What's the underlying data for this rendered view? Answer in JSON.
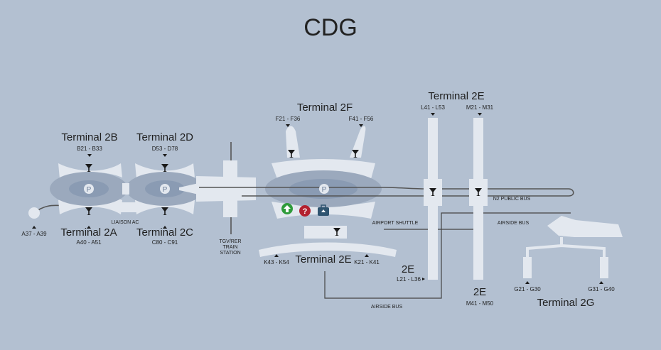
{
  "title": "CDG",
  "terminals": {
    "t2b": {
      "name": "Terminal 2B",
      "gates": "B21 - B33"
    },
    "t2d": {
      "name": "Terminal 2D",
      "gates": "D53 - D78"
    },
    "t2a": {
      "name": "Terminal 2A",
      "gates": "A40 - A51"
    },
    "t2c": {
      "name": "Terminal 2C",
      "gates": "C80 - C91"
    },
    "t2f": {
      "name": "Terminal 2F",
      "gates_left": "F21 - F36",
      "gates_right": "F41 - F56"
    },
    "t2e_top": {
      "name": "Terminal 2E",
      "gates_l": "L41 - L53",
      "gates_m": "M21 - M31"
    },
    "t2e_k": {
      "name": "Terminal 2E",
      "gates_left": "K43 - K54",
      "gates_right": "K21 - K41"
    },
    "t2e_l": {
      "name": "2E",
      "gates": "L21 - L36"
    },
    "t2e_m": {
      "name": "2E",
      "gates": "M41 - M50"
    },
    "t2g": {
      "name": "Terminal 2G",
      "gates_left": "G21 - G30",
      "gates_right": "G31 - G40"
    }
  },
  "gates_a37": "A37 - A39",
  "labels": {
    "liaison": "LIAISON AC",
    "station_1": "TGV/RER",
    "station_2": "TRAIN",
    "station_3": "STATION",
    "n2_bus": "N2 PUBLIC BUS",
    "airport_shuttle": "AIRPORT SHUTTLE",
    "airside_bus_right": "AIRSIDE BUS",
    "airside_bus_bottom": "AIRSIDE BUS"
  },
  "icons": {
    "parking": "P",
    "help": "?",
    "exit": "exit-arrow-icon",
    "baggage": "luggage-icon",
    "bar": "cocktail-icon"
  },
  "colors": {
    "background": "#b3c0d1",
    "building": "#e3e8ef",
    "parking": "#8a9bb3",
    "exit_green": "#2e9b3a",
    "help_red": "#b3202e",
    "baggage_blue": "#2f5470"
  }
}
